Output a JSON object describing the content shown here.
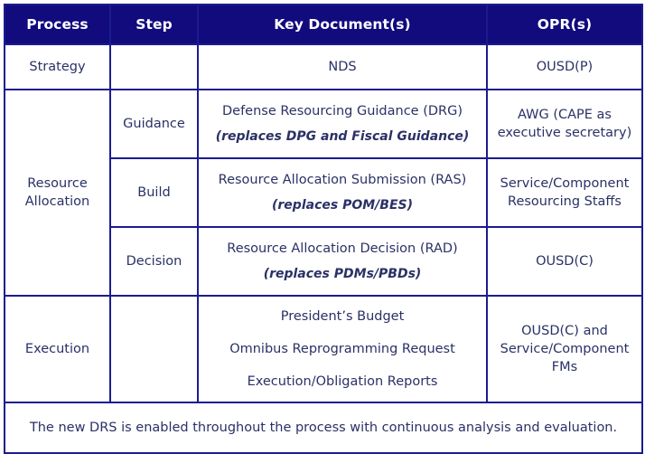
{
  "table": {
    "headers": [
      {
        "key": "process",
        "label": "Process"
      },
      {
        "key": "step",
        "label": "Step"
      },
      {
        "key": "documents",
        "label": "Key Document(s)"
      },
      {
        "key": "opr",
        "label": "OPR(s)"
      }
    ],
    "rows": [
      {
        "id": "strategy",
        "process": "Strategy",
        "step": "",
        "documents": {
          "primary": "NDS",
          "replaces": ""
        },
        "opr": [
          "OUSD(P)"
        ]
      },
      {
        "id": "guidance",
        "process": "Resource Allocation",
        "step": "Guidance",
        "documents": {
          "primary": "Defense Resourcing Guidance (DRG)",
          "replaces": "(replaces DPG and Fiscal Guidance)"
        },
        "opr": [
          "AWG (CAPE as",
          "executive secretary)"
        ]
      },
      {
        "id": "build",
        "process": "",
        "step": "Build",
        "documents": {
          "primary": "Resource Allocation Submission (RAS)",
          "replaces": "(replaces POM/BES)"
        },
        "opr": [
          "Service/Component",
          "Resourcing Staffs"
        ]
      },
      {
        "id": "decision",
        "process": "",
        "step": "Decision",
        "documents": {
          "primary": "Resource Allocation Decision (RAD)",
          "replaces": "(replaces PDMs/PBDs)"
        },
        "opr": [
          "OUSD(C)"
        ]
      },
      {
        "id": "execution",
        "process": "Execution",
        "step": "",
        "documents": {
          "lines": [
            "President’s Budget",
            "Omnibus Reprogramming Request",
            "Execution/Obligation Reports"
          ]
        },
        "opr": [
          "OUSD(C) and",
          "Service/Component",
          "FMs"
        ]
      }
    ],
    "process_groups": {
      "resource_allocation_line1": "Resource",
      "resource_allocation_line2": "Allocation"
    },
    "footer": "The new DRS is enabled throughout the process with continuous analysis and evaluation."
  },
  "colors": {
    "header_background": "#110b7e",
    "header_text": "#ffffff",
    "border": "#1b1b8f",
    "body_text": "#2a3166",
    "cell_background": "#ffffff"
  }
}
